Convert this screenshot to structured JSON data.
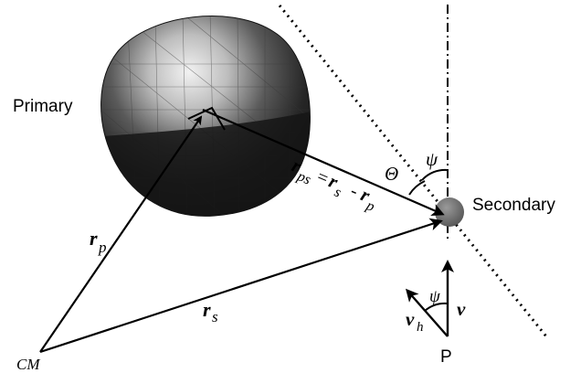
{
  "labels": {
    "primary": "Primary",
    "secondary": "Secondary",
    "cm": "CM",
    "p": "P"
  },
  "vectors": {
    "rp_main": "r",
    "rp_sub": "p",
    "rs_main": "r",
    "rs_sub": "s",
    "rps_main": "r",
    "rps_sub": "ps",
    "eq": "=",
    "rps_r1": "r",
    "rps_r1_sub": "s",
    "minus": "-",
    "rps_r2": "r",
    "rps_r2_sub": "p"
  },
  "angles": {
    "theta": "Θ",
    "psi_top": "ψ",
    "psi_bottom": "ψ"
  },
  "velocity": {
    "v": "v",
    "vh_main": "v",
    "vh_sub": "h"
  },
  "colors": {
    "primary_dark": "#1a1a1a",
    "primary_light": "#d8d8d8",
    "secondary_body": "#777777",
    "ink": "#000000"
  }
}
